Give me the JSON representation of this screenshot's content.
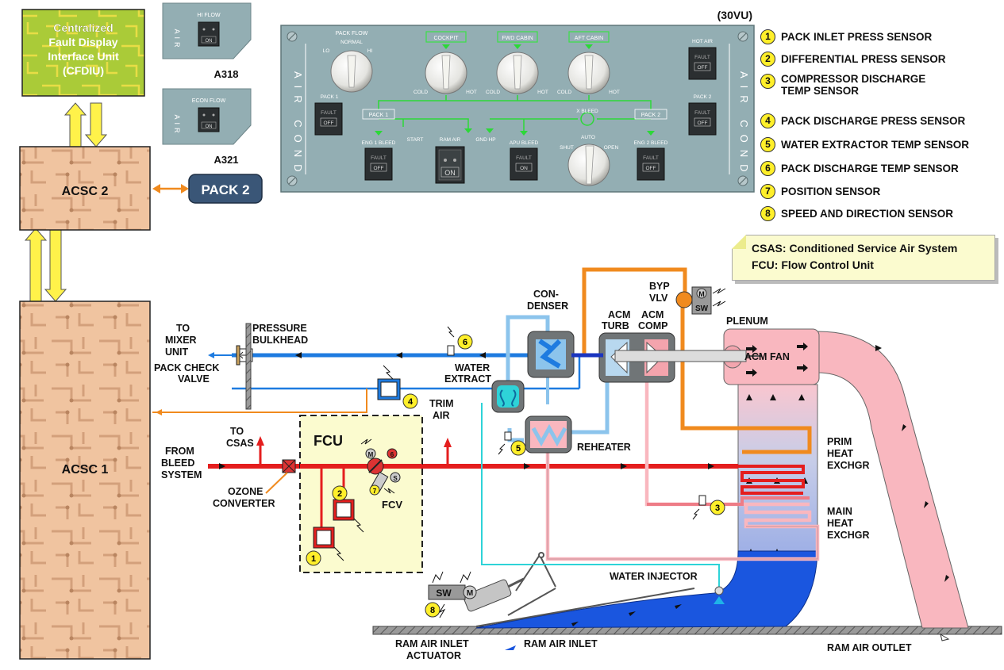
{
  "cfdiu": {
    "line1": "Centralized",
    "line2": "Fault Display",
    "line3": "Interface Unit",
    "line4": "(CFDIU)"
  },
  "acsc2": "ACSC 2",
  "acsc1": "ACSC 1",
  "pack2_btn": "PACK 2",
  "small_panels": [
    {
      "air": "AIR",
      "name": "HI FLOW",
      "light": "ON",
      "model": "A318"
    },
    {
      "air": "AIR",
      "name": "ECON FLOW",
      "light": "ON",
      "model": "A321"
    }
  ],
  "panel": {
    "ref": "(30VU)",
    "air_cond_left": "AIR COND",
    "air_cond_right": "AIR COND",
    "pack_flow": "PACK FLOW",
    "normal": "NORMAL",
    "lo": "LO",
    "hi": "HI",
    "zones": [
      "COCKPIT",
      "FWD CABIN",
      "AFT CABIN"
    ],
    "cold": "COLD",
    "hot": "HOT",
    "pack1": "PACK 1",
    "pack2": "PACK 2",
    "pack1_tag": "PACK 1",
    "pack2_tag": "PACK 2",
    "hot_air": "HOT AIR",
    "fault": "FAULT",
    "off": "OFF",
    "on": "ON",
    "eng1_bleed": "ENG 1 BLEED",
    "start": "START",
    "ram_air": "RAM AIR",
    "gnd_hp": "GND HP",
    "apu_bleed": "APU BLEED",
    "x_bleed": "X BLEED",
    "auto": "AUTO",
    "shut": "SHUT",
    "open": "OPEN",
    "eng2_bleed": "ENG 2 BLEED"
  },
  "sensors": [
    {
      "n": "1",
      "l1": "PACK INLET PRESS SENSOR",
      "l2": ""
    },
    {
      "n": "2",
      "l1": "DIFFERENTIAL PRESS SENSOR",
      "l2": ""
    },
    {
      "n": "3",
      "l1": "COMPRESSOR DISCHARGE",
      "l2": "TEMP SENSOR"
    },
    {
      "n": "4",
      "l1": "PACK DISCHARGE PRESS SENSOR",
      "l2": ""
    },
    {
      "n": "5",
      "l1": "WATER EXTRACTOR TEMP SENSOR",
      "l2": ""
    },
    {
      "n": "6",
      "l1": "PACK DISCHARGE TEMP SENSOR",
      "l2": ""
    },
    {
      "n": "7",
      "l1": "POSITION SENSOR",
      "l2": ""
    },
    {
      "n": "8",
      "l1": "SPEED AND DIRECTION SENSOR",
      "l2": ""
    }
  ],
  "note": {
    "l1": "CSAS: Conditioned Service Air System",
    "l2": "FCU: Flow Control Unit"
  },
  "labels": {
    "to_mixer": [
      "TO",
      "MIXER",
      "UNIT"
    ],
    "pressure_bulkhead": [
      "PRESSURE",
      "BULKHEAD"
    ],
    "pack_check_valve": [
      "PACK CHECK",
      "VALVE"
    ],
    "to_csas": [
      "TO",
      "CSAS"
    ],
    "from_bleed": [
      "FROM",
      "BLEED",
      "SYSTEM"
    ],
    "ozone": [
      "OZONE",
      "CONVERTER"
    ],
    "fcu": "FCU",
    "fcv": "FCV",
    "trim_air": [
      "TRIM",
      "AIR"
    ],
    "water_extract": [
      "WATER",
      "EXTRACT"
    ],
    "condenser": [
      "CON-",
      "DENSER"
    ],
    "reheater": "REHEATER",
    "acm_turb": [
      "ACM",
      "TURB"
    ],
    "acm_comp": [
      "ACM",
      "COMP"
    ],
    "byp_vlv": [
      "BYP",
      "VLV"
    ],
    "plenum": "PLENUM",
    "acm_fan": "ACM FAN",
    "prim_hx": [
      "PRIM",
      "HEAT",
      "EXCHGR"
    ],
    "main_hx": [
      "MAIN",
      "HEAT",
      "EXCHGR"
    ],
    "water_injector": "WATER INJECTOR",
    "ram_inlet_actuator": [
      "RAM AIR INLET",
      "ACTUATOR"
    ],
    "ram_inlet": "RAM AIR INLET",
    "ram_outlet": "RAM AIR OUTLET",
    "m": "M",
    "s": "S",
    "sw": "SW"
  },
  "colors": {
    "bleed_red": "#e41e1e",
    "cold_blue": "#1e7be0",
    "light_blue": "#8cc4ec",
    "orange": "#f08a1e",
    "pink": "#f9b7bf",
    "acsc": "#f2c7a4",
    "panel": "#93aeb3",
    "cyan": "#2ed3d8"
  }
}
